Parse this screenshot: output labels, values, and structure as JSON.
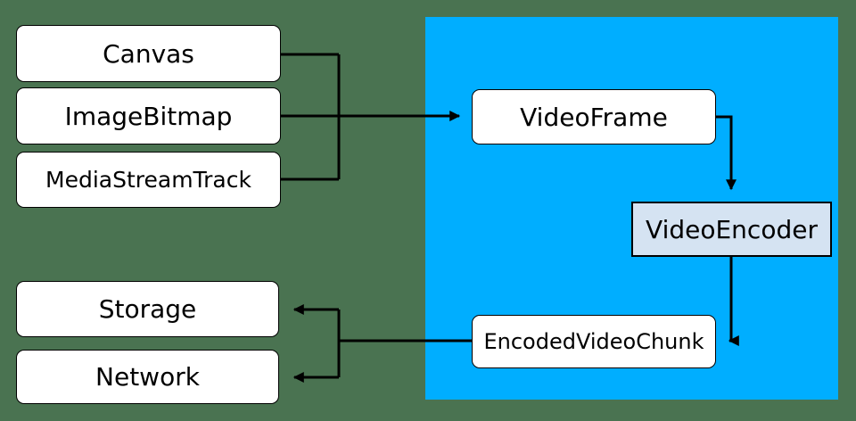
{
  "diagram": {
    "colors": {
      "background": "#4a7351",
      "panel": "#00aeff",
      "node_fill": "#ffffff",
      "encoder_fill": "#d5e3f2",
      "border": "#000000",
      "connector": "#000000"
    },
    "sources": [
      {
        "id": "canvas",
        "label": "Canvas"
      },
      {
        "id": "imagebitmap",
        "label": "ImageBitmap"
      },
      {
        "id": "mediastreamtrack",
        "label": "MediaStreamTrack"
      }
    ],
    "pipeline": [
      {
        "id": "videoframe",
        "label": "VideoFrame"
      },
      {
        "id": "videoencoder",
        "label": "VideoEncoder"
      },
      {
        "id": "encodedvideochunk",
        "label": "EncodedVideoChunk"
      }
    ],
    "sinks": [
      {
        "id": "storage",
        "label": "Storage"
      },
      {
        "id": "network",
        "label": "Network"
      }
    ],
    "edges": [
      {
        "from": "canvas",
        "to": "videoframe"
      },
      {
        "from": "imagebitmap",
        "to": "videoframe"
      },
      {
        "from": "mediastreamtrack",
        "to": "videoframe"
      },
      {
        "from": "videoframe",
        "to": "videoencoder"
      },
      {
        "from": "videoencoder",
        "to": "encodedvideochunk"
      },
      {
        "from": "encodedvideochunk",
        "to": "storage"
      },
      {
        "from": "encodedvideochunk",
        "to": "network"
      }
    ]
  }
}
